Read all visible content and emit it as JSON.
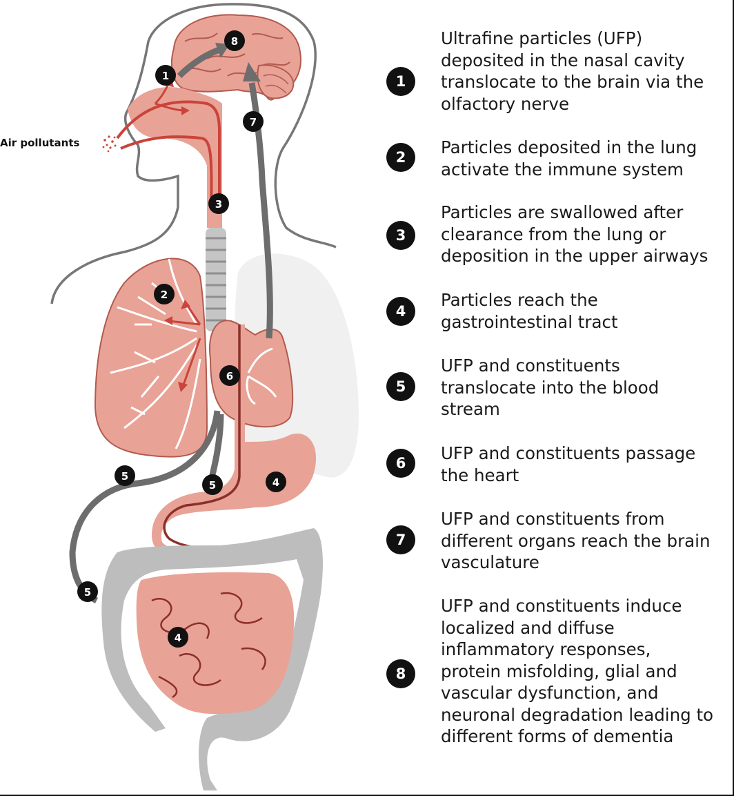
{
  "colors": {
    "organ_pink": "#e9a296",
    "organ_dark": "#b25a4e",
    "pathway_red": "#c9443a",
    "bloodstream_gray": "#6d6d6d",
    "intestine_gray": "#bdbdbd",
    "heart_shadow": "#f0f0f0",
    "badge": "#111111"
  },
  "diagram": {
    "source_label": "Air pollutants",
    "badges": [
      "1",
      "2",
      "3",
      "4",
      "4",
      "5",
      "5",
      "5",
      "6",
      "7",
      "8"
    ]
  },
  "legend": [
    {
      "num": "1",
      "text": "Ultrafine particles (UFP)\ndeposited in the nasal cavity\ntranslocate to the brain via the\nolfactory nerve"
    },
    {
      "num": "2",
      "text": "Particles deposited in the lung\nactivate the immune system"
    },
    {
      "num": "3",
      "text": "Particles are swallowed after\nclearance from the lung or\ndeposition in the upper airways"
    },
    {
      "num": "4",
      "text": "Particles reach the\ngastrointestinal tract"
    },
    {
      "num": "5",
      "text": "UFP and constituents\ntranslocate into the blood\nstream"
    },
    {
      "num": "6",
      "text": "UFP and constituents passage\nthe heart"
    },
    {
      "num": "7",
      "text": "UFP and constituents from\ndifferent organs reach the brain\nvasculature"
    },
    {
      "num": "8",
      "text": "UFP and constituents induce\nlocalized and diffuse\ninflammatory responses,\nprotein misfolding, glial and\nvascular dysfunction, and\nneuronal degradation leading to\ndifferent forms of dementia"
    }
  ]
}
